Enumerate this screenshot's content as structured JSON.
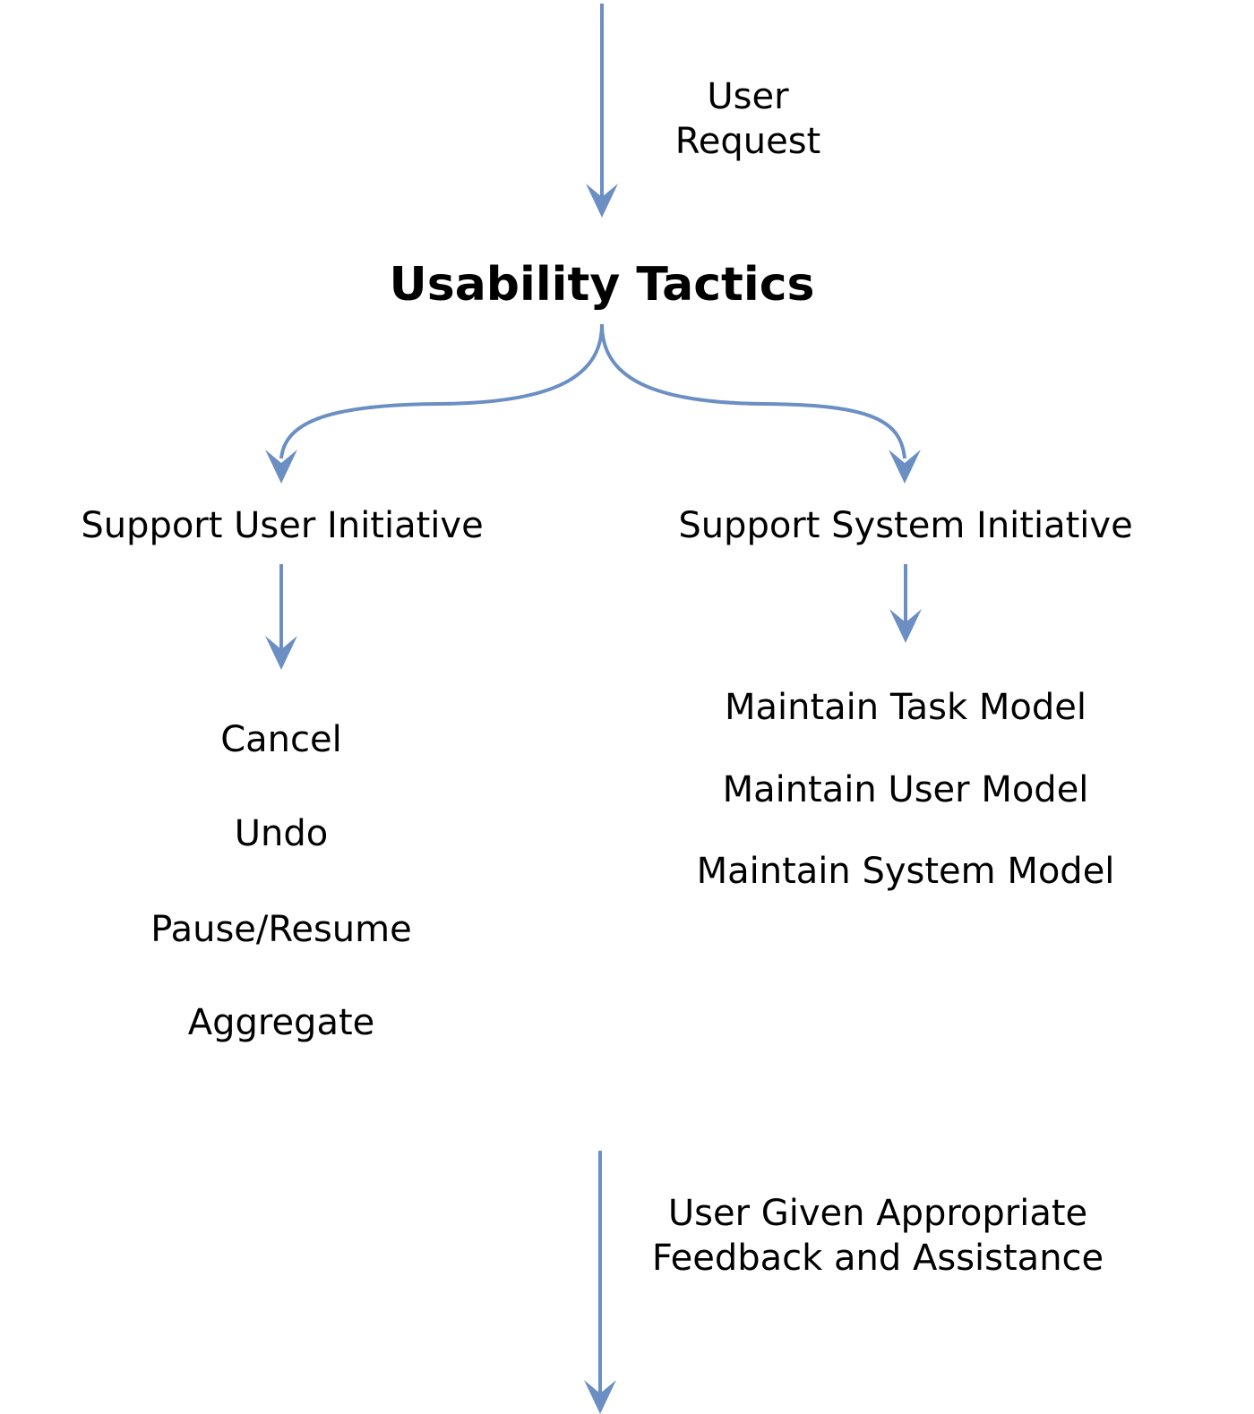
{
  "diagram": {
    "input_label": "User\nRequest",
    "title": "Usability Tactics",
    "branches": [
      {
        "label": "Support User Initiative",
        "tactics": [
          "Cancel",
          "Undo",
          "Pause/Resume",
          "Aggregate"
        ]
      },
      {
        "label": "Support System Initiative",
        "tactics": [
          "Maintain Task Model",
          "Maintain User Model",
          "Maintain System Model"
        ]
      }
    ],
    "output_label": "User Given Appropriate\nFeedback and Assistance",
    "arrow_color": "#6b8fc3"
  }
}
